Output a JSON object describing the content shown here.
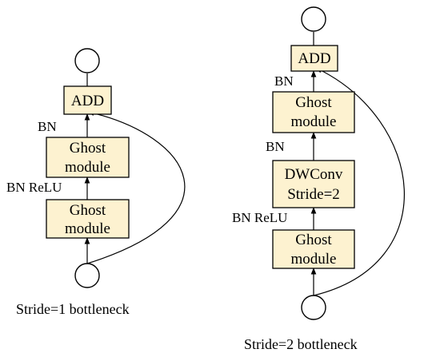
{
  "left": {
    "add": "ADD",
    "bn_after_ghost2": "BN",
    "ghost2": [
      "Ghost",
      "module"
    ],
    "bn_relu": "BN ReLU",
    "ghost1": [
      "Ghost",
      "module"
    ],
    "caption": "Stride=1 bottleneck"
  },
  "right": {
    "add": "ADD",
    "bn_after_ghost2": "BN",
    "ghost2": [
      "Ghost",
      "module"
    ],
    "bn_after_dw": "BN",
    "dwconv": [
      "DWConv",
      "Stride=2"
    ],
    "bn_relu": "BN ReLU",
    "ghost1": [
      "Ghost",
      "module"
    ],
    "caption": "Stride=2 bottleneck"
  }
}
